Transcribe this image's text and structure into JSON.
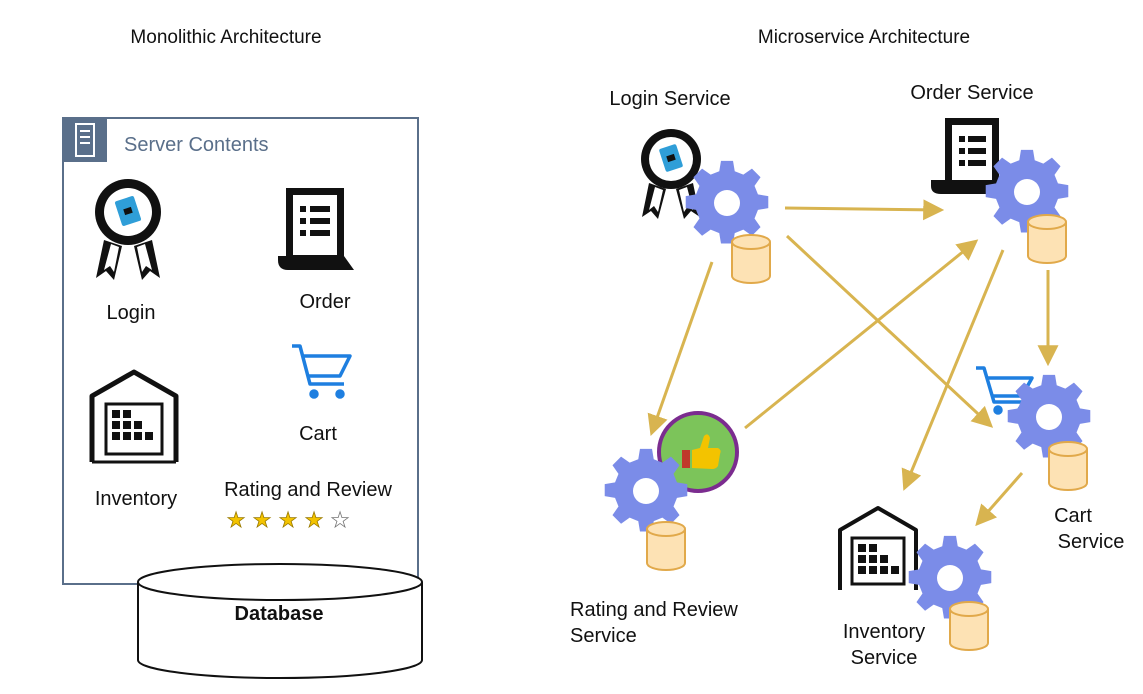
{
  "monolithic": {
    "title": "Monolithic Architecture",
    "panel_title": "Server Contents",
    "login": "Login",
    "order": "Order",
    "cart": "Cart",
    "inventory": "Inventory",
    "rating": "Rating and Review",
    "database": "Database",
    "rating_stars": {
      "filled": 4,
      "total": 5,
      "star_color": "#f3c300"
    }
  },
  "microservice": {
    "title": "Microservice Architecture",
    "login_service": "Login Service",
    "order_service": "Order Service",
    "cart_service_line1": "Cart",
    "cart_service_line2": "Service",
    "inventory_service_line1": "Inventory",
    "inventory_service_line2": "Service",
    "rating_service_line1": "Rating and Review",
    "rating_service_line2": "Service"
  },
  "icons": [
    "server-icon",
    "award-lock-icon",
    "document-list-icon",
    "shopping-cart-icon",
    "warehouse-icon",
    "gear-icon",
    "database-cylinder-icon",
    "thumbs-up-icon",
    "star-icon"
  ],
  "colors": {
    "arrow": "#d8b450",
    "gear": "#7b8ce8",
    "db_fill": "#fde2b4",
    "db_stroke": "#e1a94a",
    "panel_border": "#5a6f8a",
    "cart_blue": "#1e7fe0",
    "thumb_green": "#7cc45a",
    "thumb_ring": "#7b2c8f"
  }
}
